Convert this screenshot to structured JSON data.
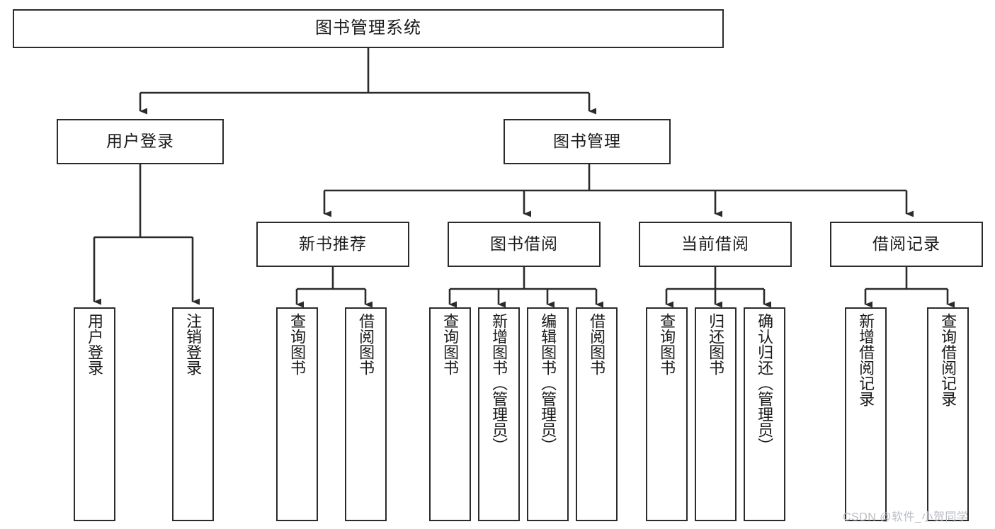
{
  "title": "图书管理系统",
  "watermark": "CSDN @软件_小贺同学",
  "colors": {
    "stroke": "#2b2b2b",
    "fill": "#ffffff",
    "text": "#1a1a1a",
    "watermark": "#b9bcc2"
  },
  "chart_data": {
    "type": "diagram",
    "diagram_type": "tree",
    "title": "图书管理系统",
    "orientation": "top-down",
    "levels": 4,
    "node_count": 20,
    "nodes": [
      {
        "id": "root",
        "label": "图书管理系统",
        "level": 0,
        "parent": null
      },
      {
        "id": "login",
        "label": "用户登录",
        "level": 1,
        "parent": "root"
      },
      {
        "id": "bookmgmt",
        "label": "图书管理",
        "level": 1,
        "parent": "root"
      },
      {
        "id": "newbook",
        "label": "新书推荐",
        "level": 2,
        "parent": "bookmgmt"
      },
      {
        "id": "borrow",
        "label": "图书借阅",
        "level": 2,
        "parent": "bookmgmt"
      },
      {
        "id": "current",
        "label": "当前借阅",
        "level": 2,
        "parent": "bookmgmt"
      },
      {
        "id": "record",
        "label": "借阅记录",
        "level": 2,
        "parent": "bookmgmt"
      },
      {
        "id": "l1",
        "label": "用户登录",
        "level": 2,
        "parent": "login"
      },
      {
        "id": "l2",
        "label": "注销登录",
        "level": 2,
        "parent": "login"
      },
      {
        "id": "n1",
        "label": "查询图书",
        "level": 3,
        "parent": "newbook"
      },
      {
        "id": "n2",
        "label": "借阅图书",
        "level": 3,
        "parent": "newbook"
      },
      {
        "id": "b1",
        "label": "查询图书",
        "level": 3,
        "parent": "borrow"
      },
      {
        "id": "b2",
        "label": "新增图书（管理员）",
        "level": 3,
        "parent": "borrow"
      },
      {
        "id": "b3",
        "label": "编辑图书（管理员）",
        "level": 3,
        "parent": "borrow"
      },
      {
        "id": "b4",
        "label": "借阅图书",
        "level": 3,
        "parent": "borrow"
      },
      {
        "id": "c1",
        "label": "查询图书",
        "level": 3,
        "parent": "current"
      },
      {
        "id": "c2",
        "label": "归还图书",
        "level": 3,
        "parent": "current"
      },
      {
        "id": "c3",
        "label": "确认归还（管理员）",
        "level": 3,
        "parent": "current"
      },
      {
        "id": "r1",
        "label": "新增借阅记录",
        "level": 3,
        "parent": "record"
      },
      {
        "id": "r2",
        "label": "查询借阅记录",
        "level": 3,
        "parent": "record"
      }
    ]
  },
  "root": {
    "label": "图书管理系统"
  },
  "level1": {
    "login": {
      "label": "用户登录"
    },
    "bookmgmt": {
      "label": "图书管理"
    }
  },
  "level2": {
    "login_children": [
      {
        "label": "用户登录"
      },
      {
        "label": "注销登录"
      }
    ],
    "bookmgmt_children": [
      {
        "label": "新书推荐"
      },
      {
        "label": "图书借阅"
      },
      {
        "label": "当前借阅"
      },
      {
        "label": "借阅记录"
      }
    ]
  },
  "level3": {
    "newbook_children": [
      {
        "label": "查询图书"
      },
      {
        "label": "借阅图书"
      }
    ],
    "borrow_children": [
      {
        "label": "查询图书"
      },
      {
        "label": "新增图书（管理员）"
      },
      {
        "label": "编辑图书（管理员）"
      },
      {
        "label": "借阅图书"
      }
    ],
    "current_children": [
      {
        "label": "查询图书"
      },
      {
        "label": "归还图书"
      },
      {
        "label": "确认归还（管理员）"
      }
    ],
    "record_children": [
      {
        "label": "新增借阅记录"
      },
      {
        "label": "查询借阅记录"
      }
    ]
  }
}
